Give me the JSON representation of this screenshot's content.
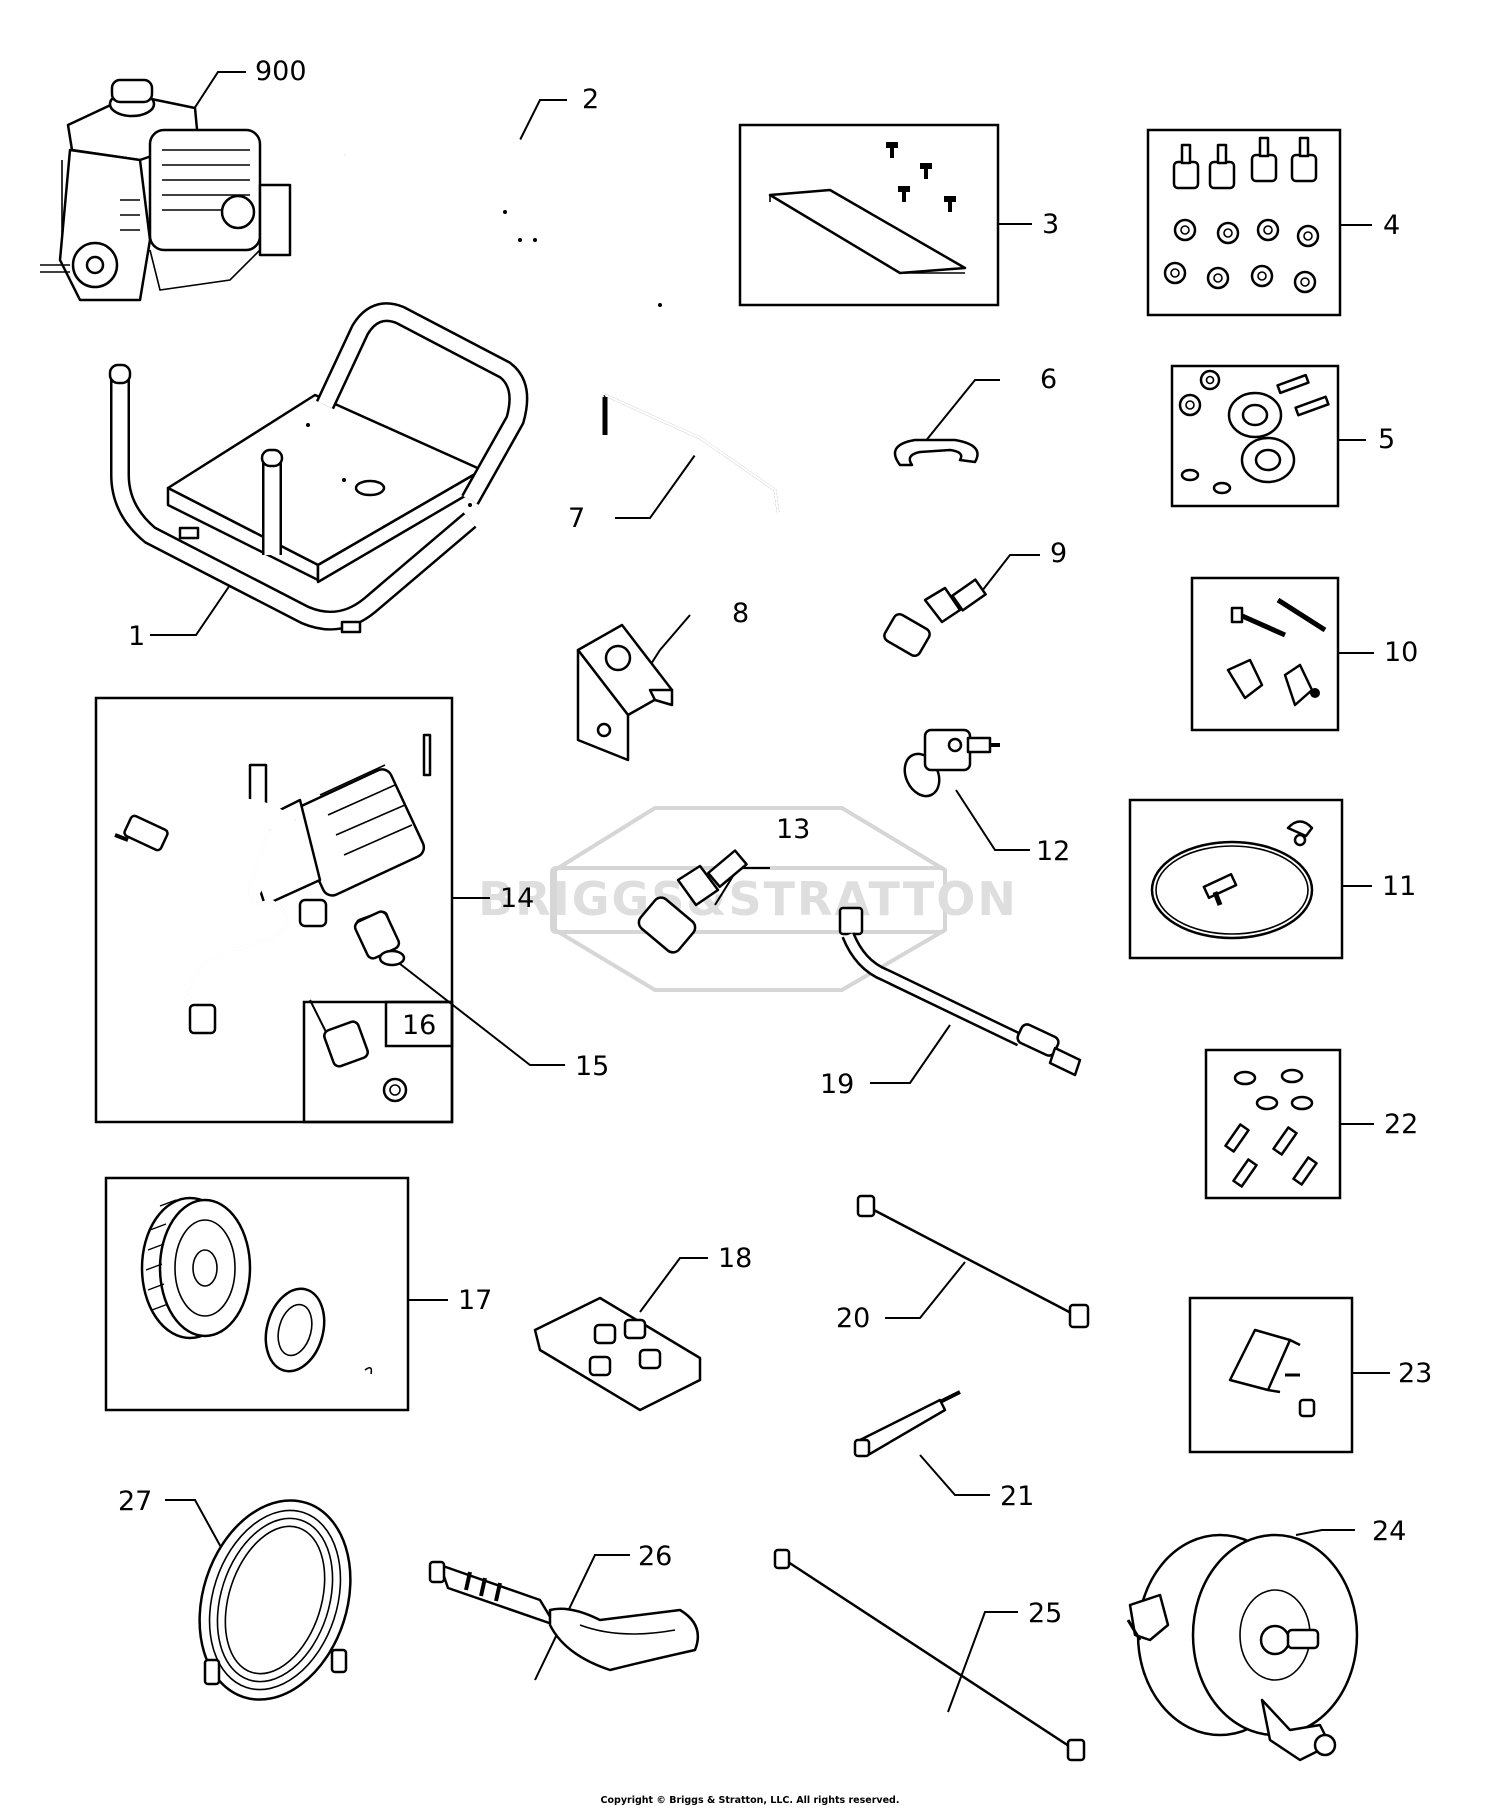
{
  "watermark": "BRIGGS&STRATTON",
  "copyright": "Copyright © Briggs & Stratton, LLC. All rights reserved.",
  "parts": [
    {
      "ref": "900"
    },
    {
      "ref": "2"
    },
    {
      "ref": "3"
    },
    {
      "ref": "4"
    },
    {
      "ref": "1"
    },
    {
      "ref": "7"
    },
    {
      "ref": "6"
    },
    {
      "ref": "5"
    },
    {
      "ref": "8"
    },
    {
      "ref": "9"
    },
    {
      "ref": "10"
    },
    {
      "ref": "12"
    },
    {
      "ref": "14"
    },
    {
      "ref": "13"
    },
    {
      "ref": "11"
    },
    {
      "ref": "15"
    },
    {
      "ref": "16"
    },
    {
      "ref": "19"
    },
    {
      "ref": "22"
    },
    {
      "ref": "17"
    },
    {
      "ref": "18"
    },
    {
      "ref": "20"
    },
    {
      "ref": "23"
    },
    {
      "ref": "21"
    },
    {
      "ref": "27"
    },
    {
      "ref": "26"
    },
    {
      "ref": "25"
    },
    {
      "ref": "24"
    }
  ]
}
